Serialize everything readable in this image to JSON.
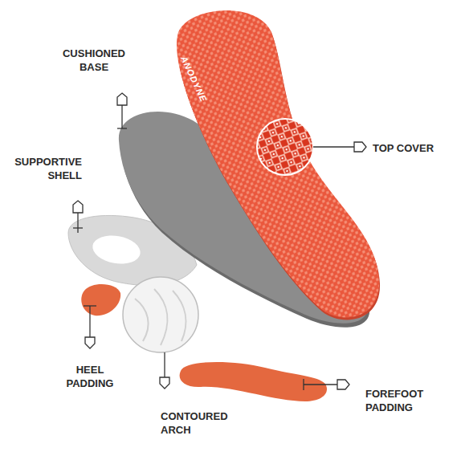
{
  "diagram": {
    "labels": [
      "CUSHIONED BASE",
      "ANODYNE",
      "TOP COVER",
      "SUPPORTIVE SHELL",
      "HEEL PADDING",
      "CONTOURED ARCH",
      "FOREFOOT PADDING"
    ]
  }
}
